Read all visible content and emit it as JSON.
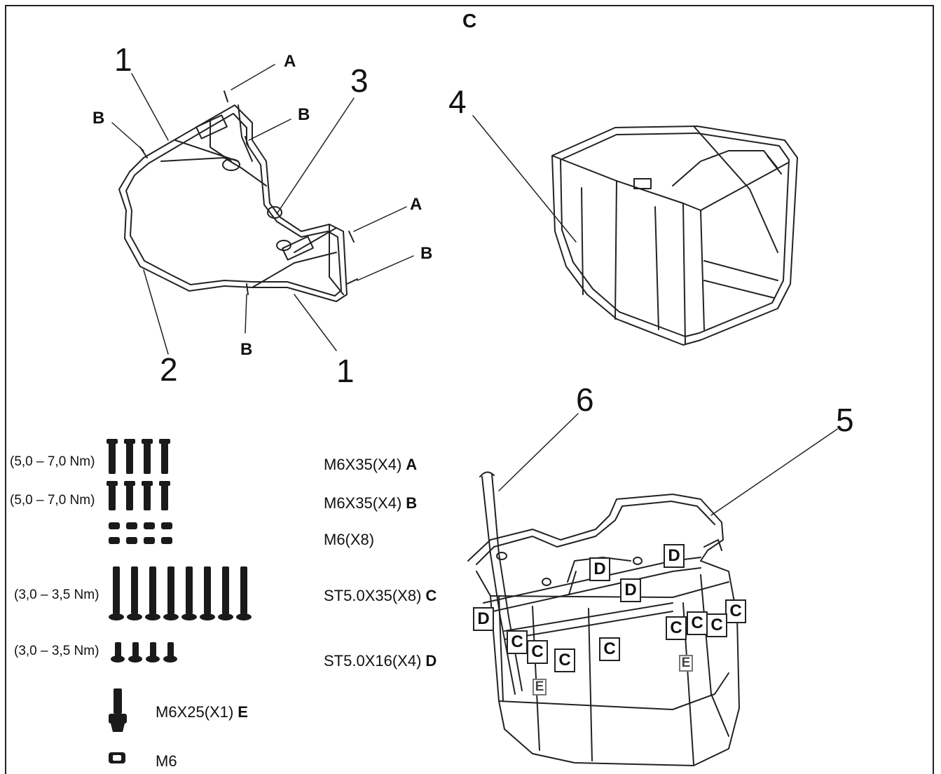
{
  "section_letter": "C",
  "part_numbers": {
    "p1a": "1",
    "p1b": "1",
    "p2": "2",
    "p3": "3",
    "p4": "4",
    "p5": "5",
    "p6": "6"
  },
  "callouts": {
    "a_top": "A",
    "a_mid": "A",
    "b_left": "B",
    "b_top": "B",
    "b_right": "B",
    "b_bottom": "B"
  },
  "hardware": [
    {
      "torque": "(5,0 – 7,0 Nm)",
      "spec": "M6X35(X4)",
      "letter": "A"
    },
    {
      "torque": "(5,0 – 7,0 Nm)",
      "spec": "M6X35(X4)",
      "letter": "B"
    },
    {
      "torque": "",
      "spec": "M6(X8)",
      "letter": ""
    },
    {
      "torque": "(3,0 – 3,5 Nm)",
      "spec": "ST5.0X35(X8)",
      "letter": "C"
    },
    {
      "torque": "(3,0 – 3,5 Nm)",
      "spec": "ST5.0X16(X4)",
      "letter": "D"
    },
    {
      "torque": "",
      "spec": "M6X25(X1)",
      "letter": "E"
    },
    {
      "torque": "",
      "spec": "M6",
      "letter": ""
    }
  ],
  "screw_labels": {
    "d1": "D",
    "d2": "D",
    "d3": "D",
    "d4": "D",
    "c1": "C",
    "c2": "C",
    "c3": "C",
    "c4": "C",
    "c5": "C",
    "c6": "C",
    "c7": "C",
    "c8": "C",
    "e1": "E",
    "e2": "E"
  }
}
